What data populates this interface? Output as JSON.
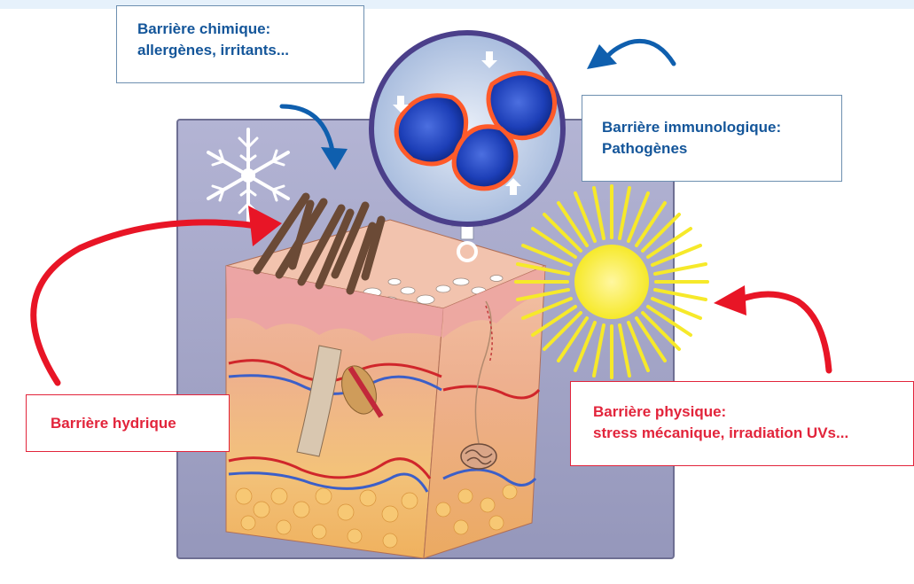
{
  "labels": {
    "chemical": {
      "line1": "Barrière chimique:",
      "line2": "allergènes, irritants..."
    },
    "immuno": {
      "line1": "Barrière immunologique:",
      "line2": "Pathogènes"
    },
    "hydric": {
      "line1": "Barrière hydrique"
    },
    "physical": {
      "line1": "Barrière physique:",
      "line2": "stress mécanique, irradiation UVs..."
    }
  },
  "colors": {
    "blue_text": "#14569a",
    "red_text": "#e2243b",
    "panel": "#9a9cbf",
    "sun": "#f6ea2a",
    "arrow_red": "#e81526",
    "arrow_blue": "#0f5fae"
  },
  "icons": [
    "snowflake-icon",
    "sun-icon",
    "bacteria-magnifier"
  ]
}
